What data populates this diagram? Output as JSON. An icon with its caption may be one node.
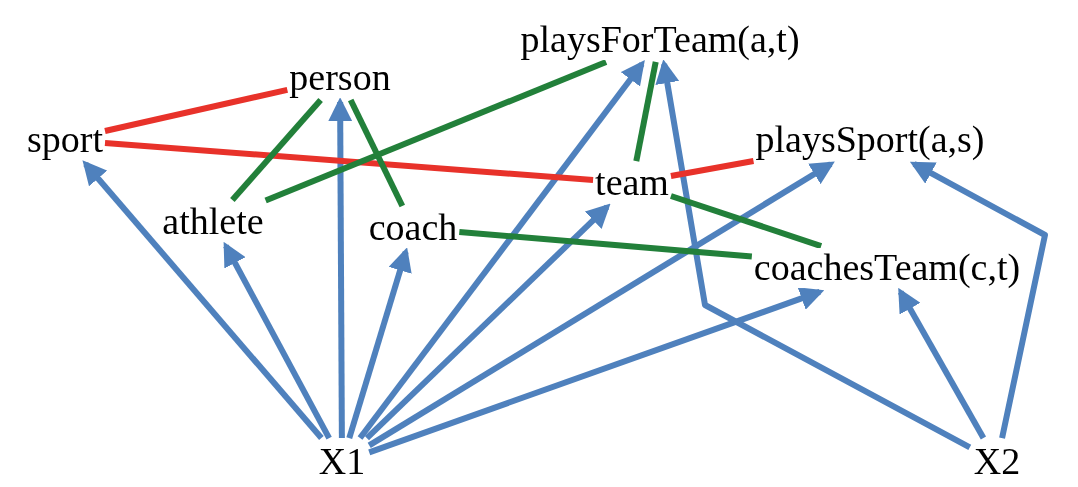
{
  "diagram": {
    "nodes": [
      {
        "text": [
          "playsForTeam(a,t)"
        ]
      },
      {
        "text": [
          "person"
        ]
      },
      {
        "text": [
          "sport"
        ]
      },
      {
        "text": [
          "playsSport(a,s)"
        ]
      },
      {
        "text": [
          "team"
        ]
      },
      {
        "text": [
          "athlete"
        ]
      },
      {
        "text": [
          "coach"
        ]
      },
      {
        "text": [
          "coachesTeam(c,t)"
        ]
      },
      {
        "text": [
          "X1"
        ]
      },
      {
        "text": [
          "X2"
        ]
      }
    ],
    "edges": [
      {
        "from": 8,
        "to": 2,
        "arrow": "to"
      },
      {
        "from": 8,
        "to": 5,
        "arrow": "to"
      },
      {
        "from": 8,
        "to": 1,
        "arrow": "to"
      },
      {
        "from": 8,
        "to": 6,
        "arrow": "to"
      },
      {
        "from": 8,
        "to": 0,
        "arrow": "to"
      },
      {
        "from": 8,
        "to": 4,
        "arrow": "to"
      },
      {
        "from": 8,
        "to": 3,
        "arrow": "to"
      },
      {
        "from": 8,
        "to": 7,
        "arrow": "to"
      },
      {
        "from": 9,
        "to": 0,
        "arrow": "to"
      },
      {
        "from": 9,
        "to": 3,
        "arrow": "to"
      },
      {
        "from": 9,
        "to": 7,
        "arrow": "to"
      },
      {
        "from": 2,
        "to": 1,
        "arrow": "none",
        "color": "#e8322a"
      },
      {
        "from": 2,
        "to": 4,
        "arrow": "none",
        "color": "#e8322a"
      },
      {
        "from": 4,
        "to": 3,
        "arrow": "none",
        "color": "#e8322a"
      },
      {
        "from": 1,
        "to": 5,
        "arrow": "none",
        "color": "#22803a"
      },
      {
        "from": 1,
        "to": 6,
        "arrow": "none",
        "color": "#22803a"
      },
      {
        "from": 5,
        "to": 0,
        "arrow": "none",
        "color": "#22803a"
      },
      {
        "from": 0,
        "to": 4,
        "arrow": "none",
        "color": "#22803a"
      },
      {
        "from": 6,
        "to": 7,
        "arrow": "none",
        "color": "#22803a"
      },
      {
        "from": 4,
        "to": 7,
        "arrow": "none",
        "color": "#22803a"
      }
    ]
  }
}
